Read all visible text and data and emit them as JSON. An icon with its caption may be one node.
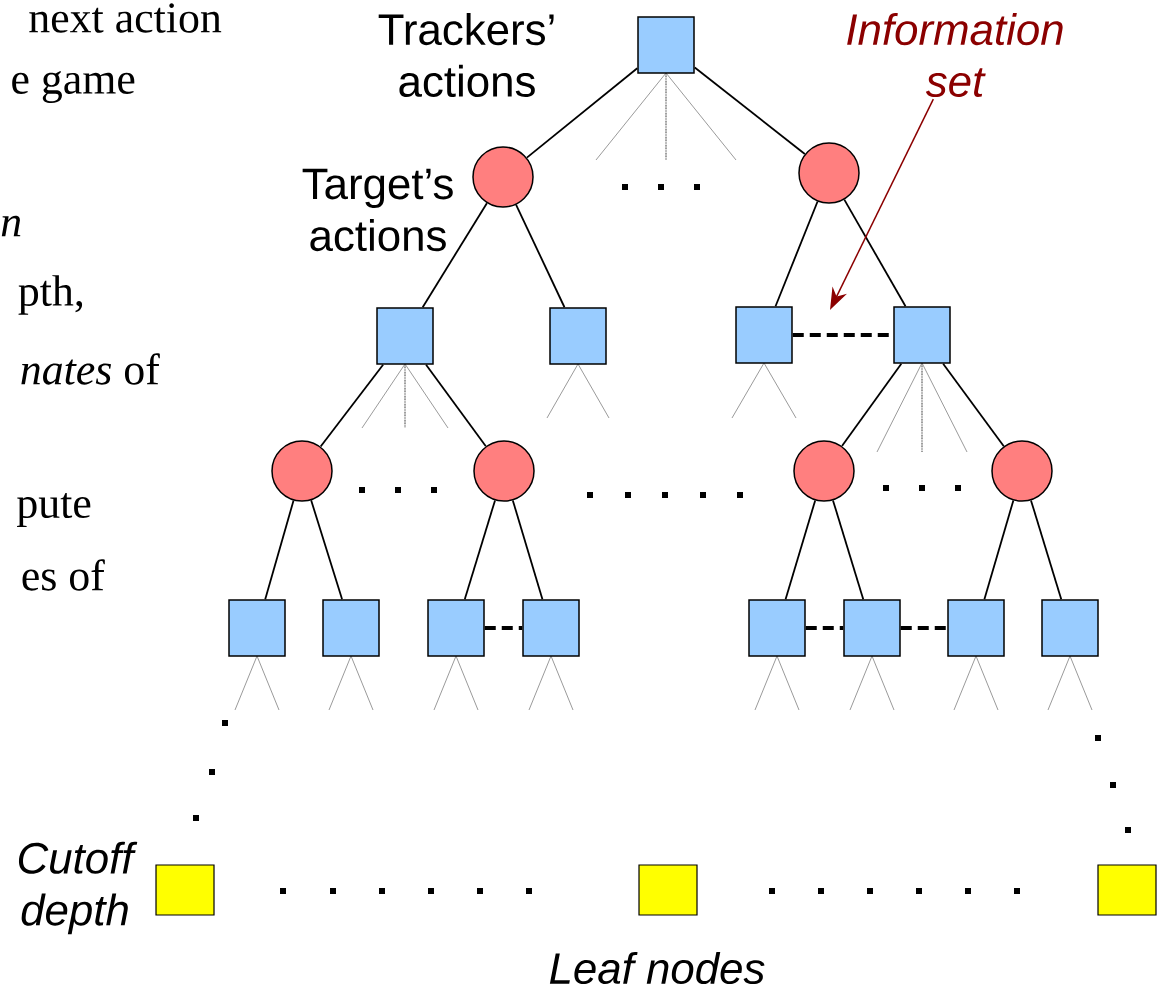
{
  "diagram": {
    "nodes": [
      {
        "text": [],
        "shape": "box"
      },
      {
        "text": [],
        "shape": "circle",
        "beside": [
          "Target’s actions"
        ]
      },
      {
        "text": [],
        "shape": "circle"
      },
      {
        "text": [],
        "shape": "box"
      },
      {
        "text": [],
        "shape": "box"
      },
      {
        "text": [],
        "shape": "box"
      },
      {
        "text": [],
        "shape": "box"
      },
      {
        "text": [],
        "shape": "circle"
      },
      {
        "text": [],
        "shape": "circle"
      },
      {
        "text": [],
        "shape": "circle"
      },
      {
        "text": [],
        "shape": "circle"
      },
      {
        "text": [],
        "shape": "box"
      },
      {
        "text": [],
        "shape": "box"
      },
      {
        "text": [],
        "shape": "box"
      },
      {
        "text": [],
        "shape": "box"
      },
      {
        "text": [],
        "shape": "box"
      },
      {
        "text": [],
        "shape": "box"
      },
      {
        "text": [],
        "shape": "box"
      },
      {
        "text": [],
        "shape": "box"
      },
      {
        "text": [],
        "shape": "box",
        "beside": [
          "Cutoff depth"
        ]
      },
      {
        "text": [],
        "shape": "box"
      },
      {
        "text": [],
        "shape": "box"
      },
      {
        "text": [
          "Information set"
        ]
      }
    ],
    "edges": [
      {
        "from": 0,
        "to": 1,
        "arrow": "none"
      },
      {
        "from": 0,
        "to": 2,
        "arrow": "none"
      },
      {
        "from": 1,
        "to": 3,
        "arrow": "none"
      },
      {
        "from": 1,
        "to": 4,
        "arrow": "none"
      },
      {
        "from": 2,
        "to": 5,
        "arrow": "none"
      },
      {
        "from": 2,
        "to": 6,
        "arrow": "none"
      },
      {
        "from": 3,
        "to": 7,
        "arrow": "none"
      },
      {
        "from": 3,
        "to": 8,
        "arrow": "none"
      },
      {
        "from": 6,
        "to": 9,
        "arrow": "none"
      },
      {
        "from": 6,
        "to": 10,
        "arrow": "none"
      },
      {
        "from": 7,
        "to": 11,
        "arrow": "none"
      },
      {
        "from": 7,
        "to": 12,
        "arrow": "none"
      },
      {
        "from": 8,
        "to": 13,
        "arrow": "none"
      },
      {
        "from": 8,
        "to": 14,
        "arrow": "none"
      },
      {
        "from": 9,
        "to": 15,
        "arrow": "none"
      },
      {
        "from": 9,
        "to": 16,
        "arrow": "none"
      },
      {
        "from": 10,
        "to": 17,
        "arrow": "none"
      },
      {
        "from": 10,
        "to": 18,
        "arrow": "none"
      },
      {
        "from": 5,
        "to": 6,
        "arrow": "none",
        "style": "dashed"
      },
      {
        "from": 13,
        "to": 14,
        "arrow": "none",
        "style": "dashed"
      },
      {
        "from": 15,
        "to": 16,
        "arrow": "none",
        "style": "dashed"
      },
      {
        "from": 16,
        "to": 17,
        "arrow": "none",
        "style": "dashed"
      },
      {
        "from": 22,
        "to": null,
        "arrow": "to",
        "color": "#8b0000"
      }
    ],
    "labels": [
      "Trackers’ actions",
      "next action",
      "e game",
      "n",
      "pth,",
      "*nates* of",
      "pute",
      "es of",
      "Leaf nodes"
    ]
  }
}
